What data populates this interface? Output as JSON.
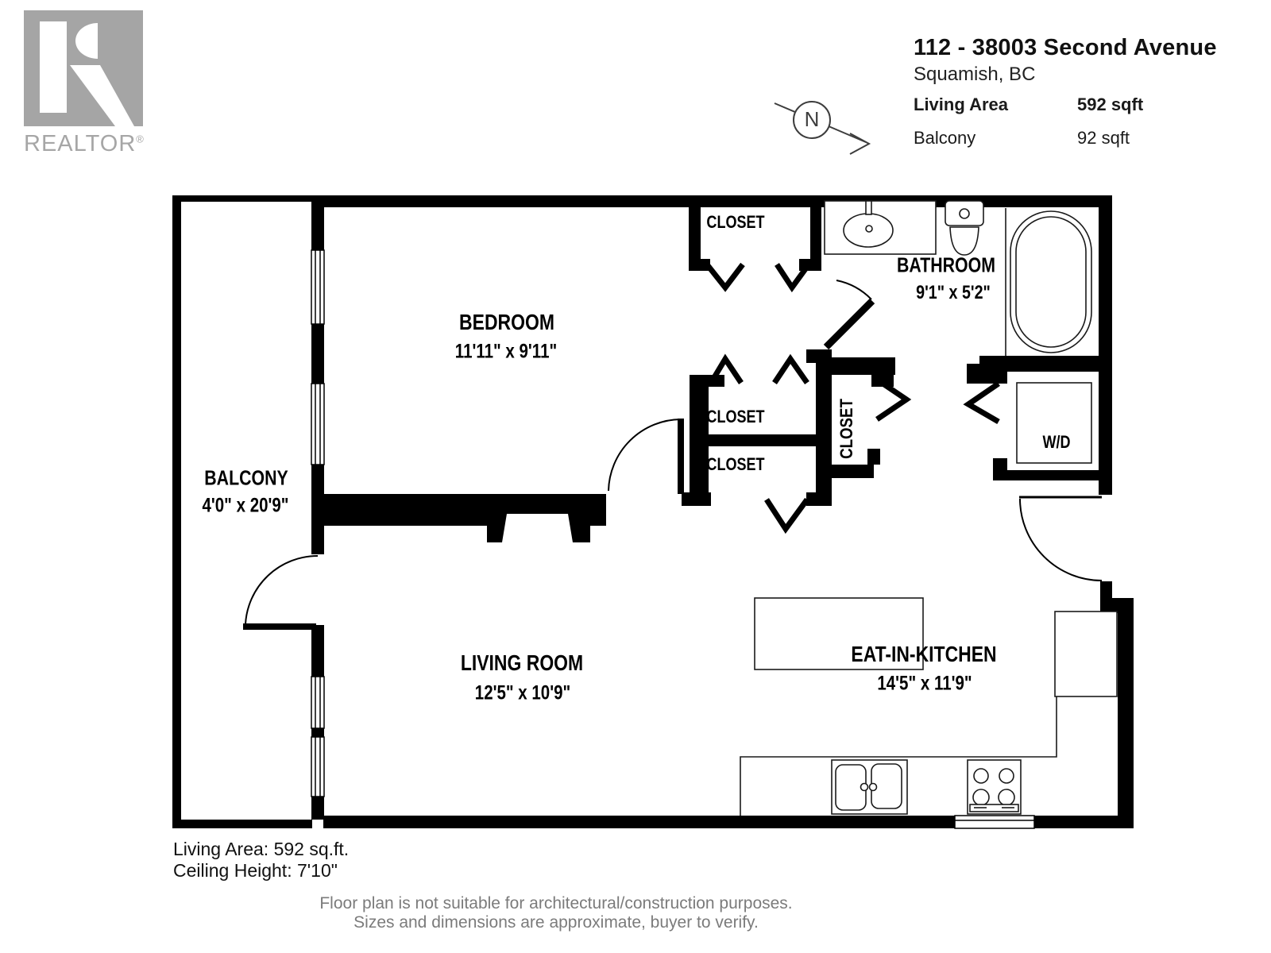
{
  "header": {
    "brand_name": "REALTOR",
    "brand_reg": "®",
    "address_line1": "112 - 38003 Second Avenue",
    "address_line2": "Squamish, BC",
    "stats": [
      {
        "label": "Living Area",
        "value": "592 sqft"
      },
      {
        "label": "Balcony",
        "value": "92 sqft"
      }
    ],
    "compass_letter": "N"
  },
  "floorplan": {
    "rooms": [
      {
        "name": "BEDROOM",
        "dims": "11'11\" x 9'11\""
      },
      {
        "name": "BALCONY",
        "dims": "4'0\" x 20'9\""
      },
      {
        "name": "BATHROOM",
        "dims": "9'1\" x 5'2\""
      },
      {
        "name": "LIVING ROOM",
        "dims": "12'5\" x 10'9\""
      },
      {
        "name": "EAT-IN-KITCHEN",
        "dims": "14'5\" x 11'9\""
      }
    ],
    "closet_labels": [
      "CLOSET",
      "CLOSET",
      "CLOSET",
      "CLOSET"
    ],
    "laundry_label": "W/D"
  },
  "footer": {
    "living_area": "Living Area: 592 sq.ft.",
    "ceiling_height": "Ceiling Height: 7'10\"",
    "disclaimer1": "Floor plan is not suitable for architectural/construction purposes.",
    "disclaimer2": "Sizes and dimensions are approximate, buyer to verify."
  },
  "colors": {
    "wall": "#000000",
    "logo_gray": "#a5a5a5",
    "footer_gray": "#7b7b7b"
  }
}
